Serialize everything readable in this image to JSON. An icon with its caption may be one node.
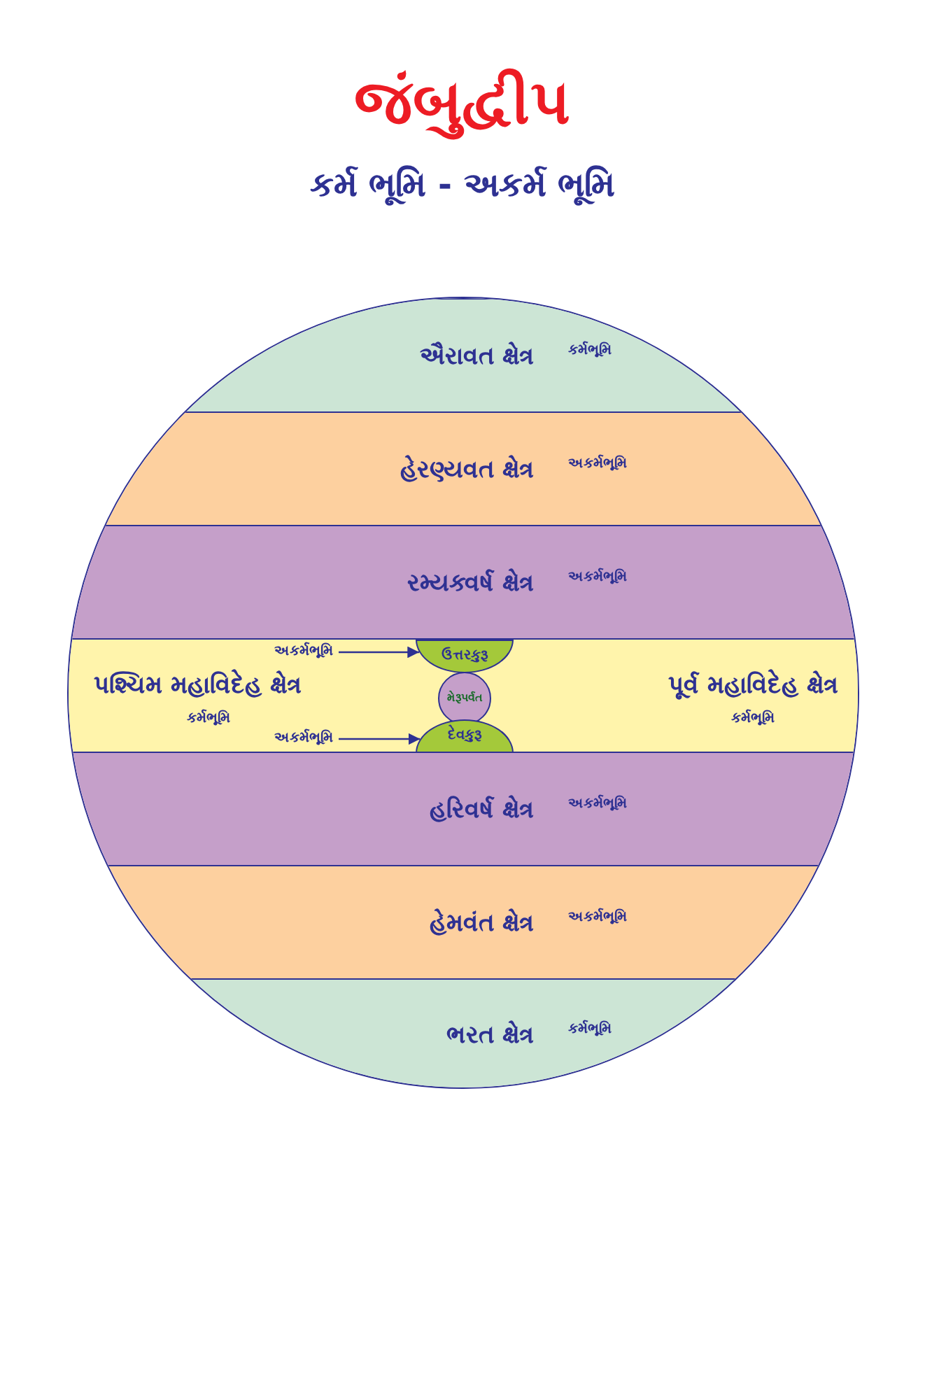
{
  "diagram": {
    "title": "જંબુદ્વીપ",
    "nodes": [
      {
        "text": [],
        "shape": "circle"
      },
      {
        "text": [
          "ઐરાવત ક્ષેત્ર",
          "કર્મભૂમિ"
        ],
        "in": 0
      },
      {
        "text": [
          "હેરણ્યવત ક્ષેત્ર",
          "અકર્મભૂમિ"
        ],
        "in": 0
      },
      {
        "text": [
          "રમ્યક્વર્ષ ક્ષેત્ર",
          "અકર્મભૂમિ"
        ],
        "in": 0
      },
      {
        "text": [
          "પશ્ચિમ મહાવિદેહ ક્ષેત્ર",
          "કર્મભૂમિ",
          "પૂર્વ મહાવિદેહ ક્ષેત્ર",
          "કર્મભૂમિ"
        ],
        "in": 0
      },
      {
        "text": [
          "અકર્મભૂમિ"
        ],
        "in": 4
      },
      {
        "text": [
          "ઉત્તરકુરૂ"
        ],
        "in": 4
      },
      {
        "text": [
          "મેરૂપર્વત"
        ],
        "in": 4
      },
      {
        "text": [
          "અકર્મભૂમિ"
        ],
        "in": 4
      },
      {
        "text": [
          "દેવકુરૂ"
        ],
        "in": 4
      },
      {
        "text": [
          "હરિવર્ષ ક્ષેત્ર",
          "અકર્મભૂમિ"
        ],
        "in": 0
      },
      {
        "text": [
          "હેમવંત ક્ષેત્ર",
          "અકર્મભૂમિ"
        ],
        "in": 0
      },
      {
        "text": [
          "ભરત ક્ષેત્ર",
          "કર્મભૂમિ"
        ],
        "in": 0
      }
    ],
    "edges": [
      {
        "from": 5,
        "to": 6,
        "arrow": "to"
      },
      {
        "from": 8,
        "to": 9,
        "arrow": "to"
      }
    ],
    "labels": [
      "કર્મ ભૂમિ - અકર્મ ભૂમિ"
    ]
  }
}
